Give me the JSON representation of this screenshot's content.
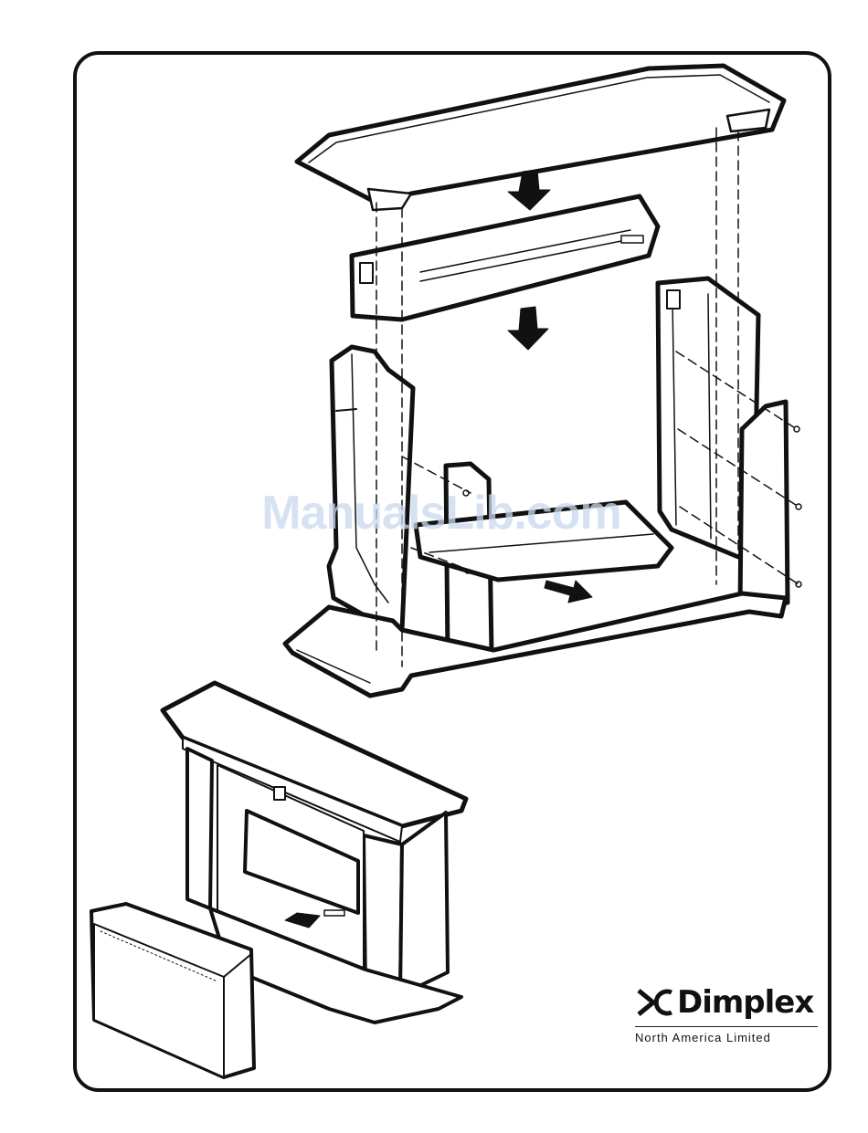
{
  "watermark": {
    "text": "ManualsLib.com"
  },
  "brand": {
    "name": "Dimplex",
    "subtitle": "North America Limited"
  },
  "colors": {
    "ink": "#111111",
    "paper": "#ffffff",
    "watermark": "#c9d8ee"
  }
}
